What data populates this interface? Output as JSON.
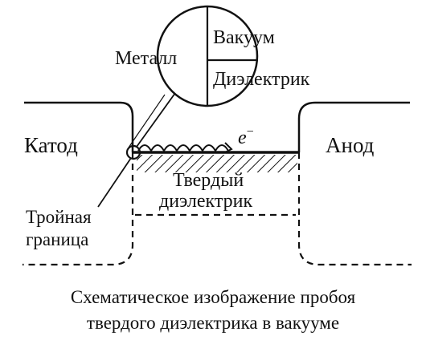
{
  "labels": {
    "cathode": "Катод",
    "anode": "Анод",
    "metal": "Металл",
    "vacuum": "Вакуум",
    "dielectric_inset": "Диэлектрик",
    "electron": "e",
    "electron_charge": "−",
    "solid_dielectric_line1": "Твердый",
    "solid_dielectric_line2": "диэлектрик",
    "triple_junction_line1": "Тройная",
    "triple_junction_line2": "граница"
  },
  "caption": {
    "line1": "Схематическое изображение пробоя",
    "line2": "твердого диэлектрика в вакууме"
  },
  "colors": {
    "ink": "#111111",
    "background": "#ffffff"
  }
}
